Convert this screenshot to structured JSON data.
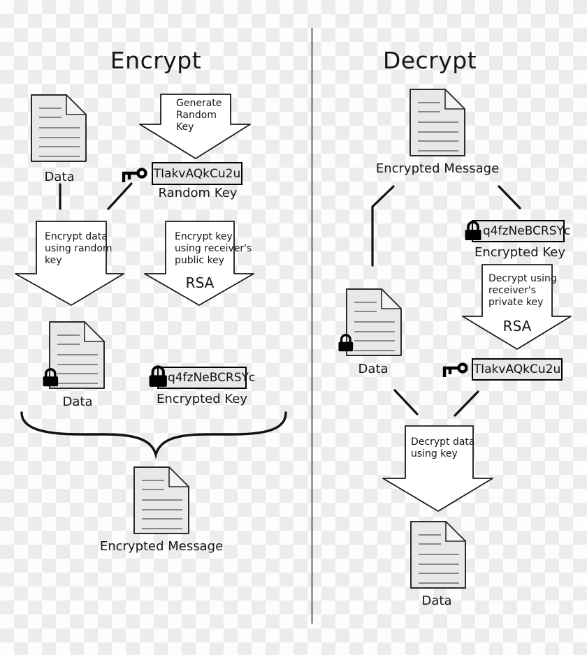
{
  "encrypt": {
    "title": "Encrypt",
    "input_doc_label": "Data",
    "generate_arrow": [
      "Generate",
      "Random",
      "Key"
    ],
    "random_key_value": "TIakvAQkCu2u",
    "random_key_label": "Random Key",
    "encrypt_data_arrow": [
      "Encrypt data",
      "using random",
      "key"
    ],
    "encrypt_key_arrow": [
      "Encrypt key",
      "using receiver's",
      "public key"
    ],
    "rsa_label": "RSA",
    "locked_doc_label": "Data",
    "encrypted_key_value": "q4fzNeBCRSYc",
    "encrypted_key_label": "Encrypted Key",
    "output_doc_label": "Encrypted Message"
  },
  "decrypt": {
    "title": "Decrypt",
    "input_doc_label": "Encrypted Message",
    "encrypted_key_value": "q4fzNeBCRSYc",
    "encrypted_key_label": "Encrypted Key",
    "decrypt_key_arrow": [
      "Decrypt using",
      "receiver's",
      "private key"
    ],
    "rsa_label": "RSA",
    "locked_doc_label": "Data",
    "session_key_value": "TIakvAQkCu2u",
    "decrypt_data_arrow": [
      "Decrypt data",
      "using key"
    ],
    "output_doc_label": "Data"
  },
  "colors": {
    "checker_light": "#fdfdfd",
    "checker_dark": "#ececec",
    "doc_fill": "#e8e8e8",
    "key_box_fill": "#e8e8e8",
    "stroke": "#111111",
    "arrow_fill": "#ffffff"
  }
}
